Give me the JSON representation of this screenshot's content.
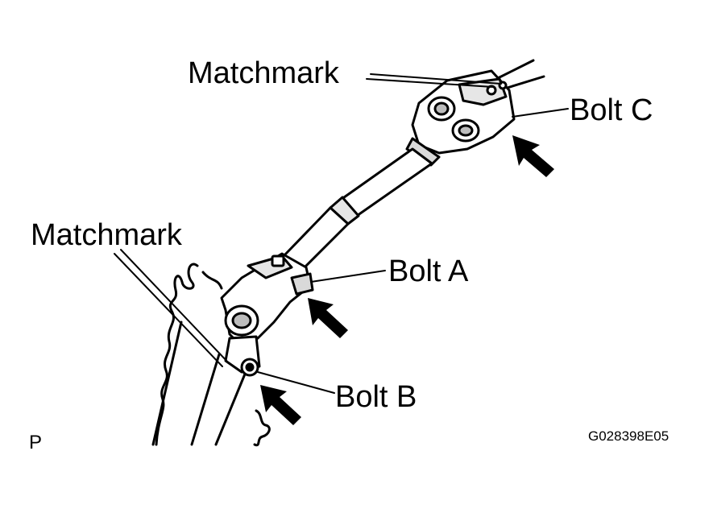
{
  "labels": {
    "matchmark_top": "Matchmark",
    "matchmark_left": "Matchmark",
    "bolt_a": "Bolt A",
    "bolt_b": "Bolt B",
    "bolt_c": "Bolt C"
  },
  "figure_code": "G028398E05",
  "view_marker": "P",
  "colors": {
    "ink": "#000000",
    "paper": "#ffffff",
    "shade": "#d9d9d9"
  }
}
